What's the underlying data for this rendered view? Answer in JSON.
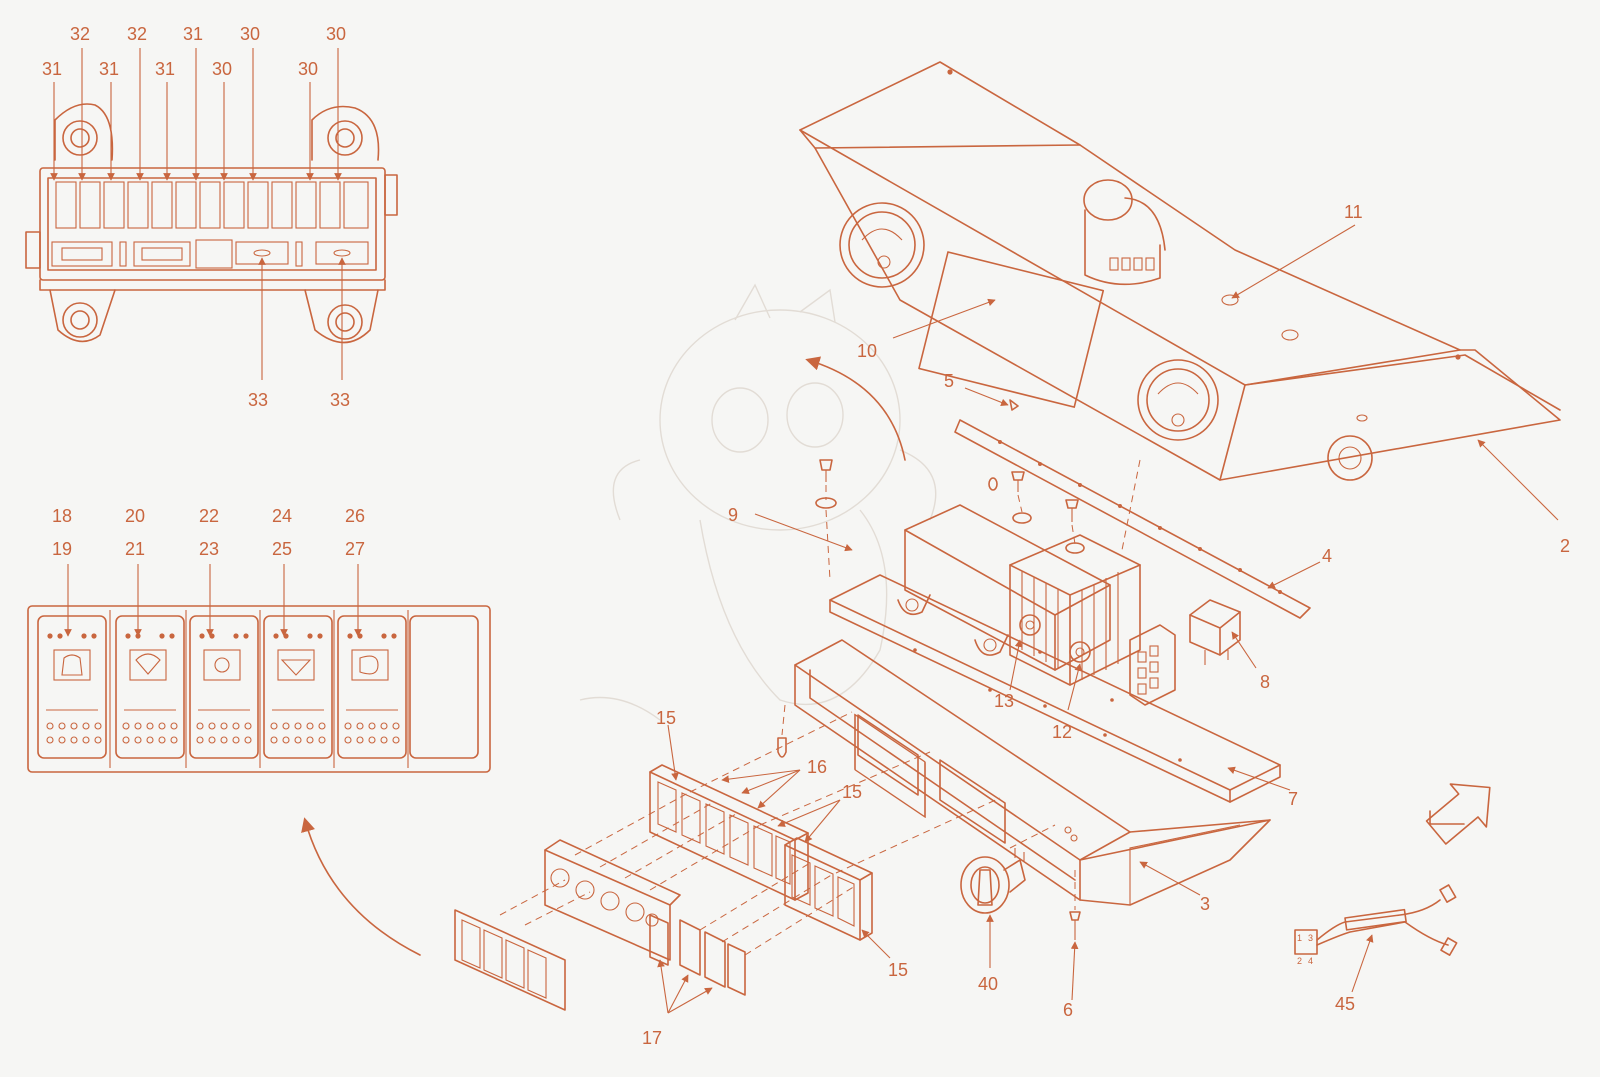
{
  "colors": {
    "line": "#c9663f",
    "background": "#f6f6f4"
  },
  "callouts": {
    "fusebox_top": [
      "31",
      "32",
      "31",
      "32",
      "31",
      "31",
      "30",
      "30",
      "30",
      "30"
    ],
    "fusebox_bottom": [
      "33",
      "33"
    ],
    "switch_panel_top": [
      "18",
      "19",
      "20",
      "21",
      "22",
      "23",
      "24",
      "25",
      "26",
      "27"
    ],
    "assembly": [
      "11",
      "10",
      "5",
      "9",
      "2",
      "4",
      "8",
      "13",
      "12",
      "15",
      "16",
      "15",
      "7",
      "3",
      "15",
      "40",
      "6",
      "17",
      "45"
    ]
  },
  "connector_pins": [
    "1",
    "3",
    "2",
    "4"
  ]
}
